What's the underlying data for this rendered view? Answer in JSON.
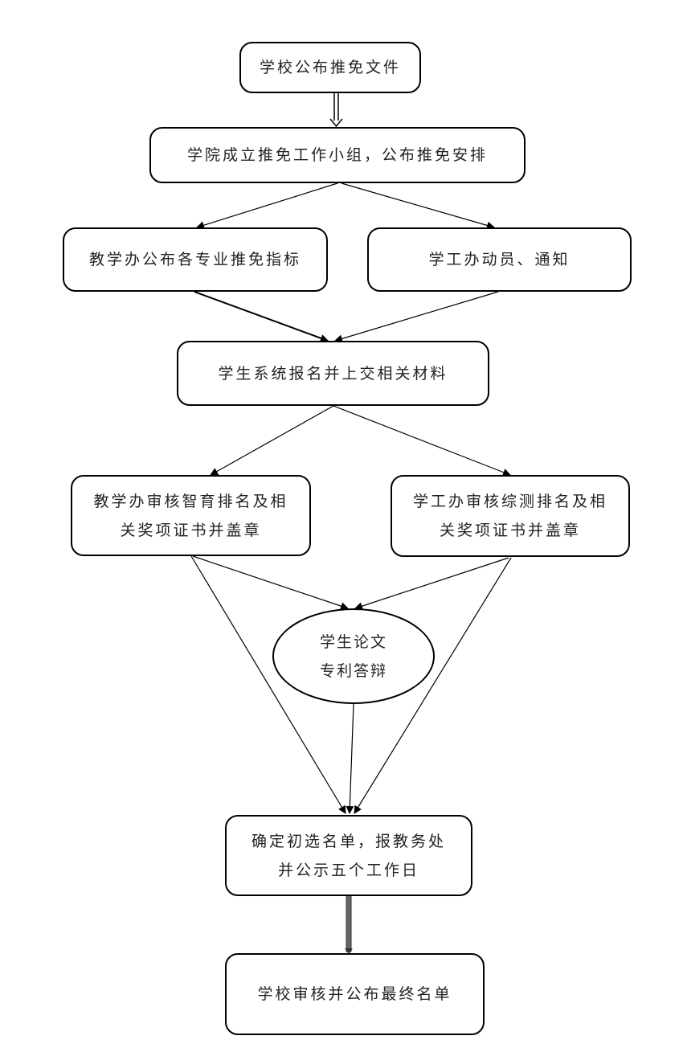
{
  "diagram": {
    "type": "flowchart",
    "nodes": [
      {
        "id": "n1",
        "lines": [
          "学校公布推免文件"
        ]
      },
      {
        "id": "n2",
        "lines": [
          "学院成立推免工作小组，公布推免安排"
        ]
      },
      {
        "id": "n3",
        "lines": [
          "教学办公布各专业推免指标"
        ]
      },
      {
        "id": "n4",
        "lines": [
          "学工办动员、通知"
        ]
      },
      {
        "id": "n5",
        "lines": [
          "学生系统报名并上交相关材料"
        ]
      },
      {
        "id": "n6",
        "lines": [
          "教学办审核智育排名及相",
          "关奖项证书并盖章"
        ]
      },
      {
        "id": "n7",
        "lines": [
          "学工办审核综测排名及相",
          "关奖项证书并盖章"
        ]
      },
      {
        "id": "n8",
        "shape": "ellipse",
        "lines": [
          "学生论文",
          "专利答辩"
        ]
      },
      {
        "id": "n9",
        "lines": [
          "确定初选名单，报教务处",
          "并公示五个工作日"
        ]
      },
      {
        "id": "n10",
        "lines": [
          "学校审核并公布最终名单"
        ]
      }
    ],
    "edges": [
      {
        "from": "n1",
        "to": "n2",
        "style": "double"
      },
      {
        "from": "n2",
        "to": "n3"
      },
      {
        "from": "n2",
        "to": "n4"
      },
      {
        "from": "n3",
        "to": "n5"
      },
      {
        "from": "n4",
        "to": "n5"
      },
      {
        "from": "n5",
        "to": "n6"
      },
      {
        "from": "n5",
        "to": "n7"
      },
      {
        "from": "n6",
        "to": "n8"
      },
      {
        "from": "n7",
        "to": "n8"
      },
      {
        "from": "n6",
        "to": "n9"
      },
      {
        "from": "n7",
        "to": "n9"
      },
      {
        "from": "n8",
        "to": "n9"
      },
      {
        "from": "n9",
        "to": "n10",
        "style": "thick"
      }
    ]
  }
}
